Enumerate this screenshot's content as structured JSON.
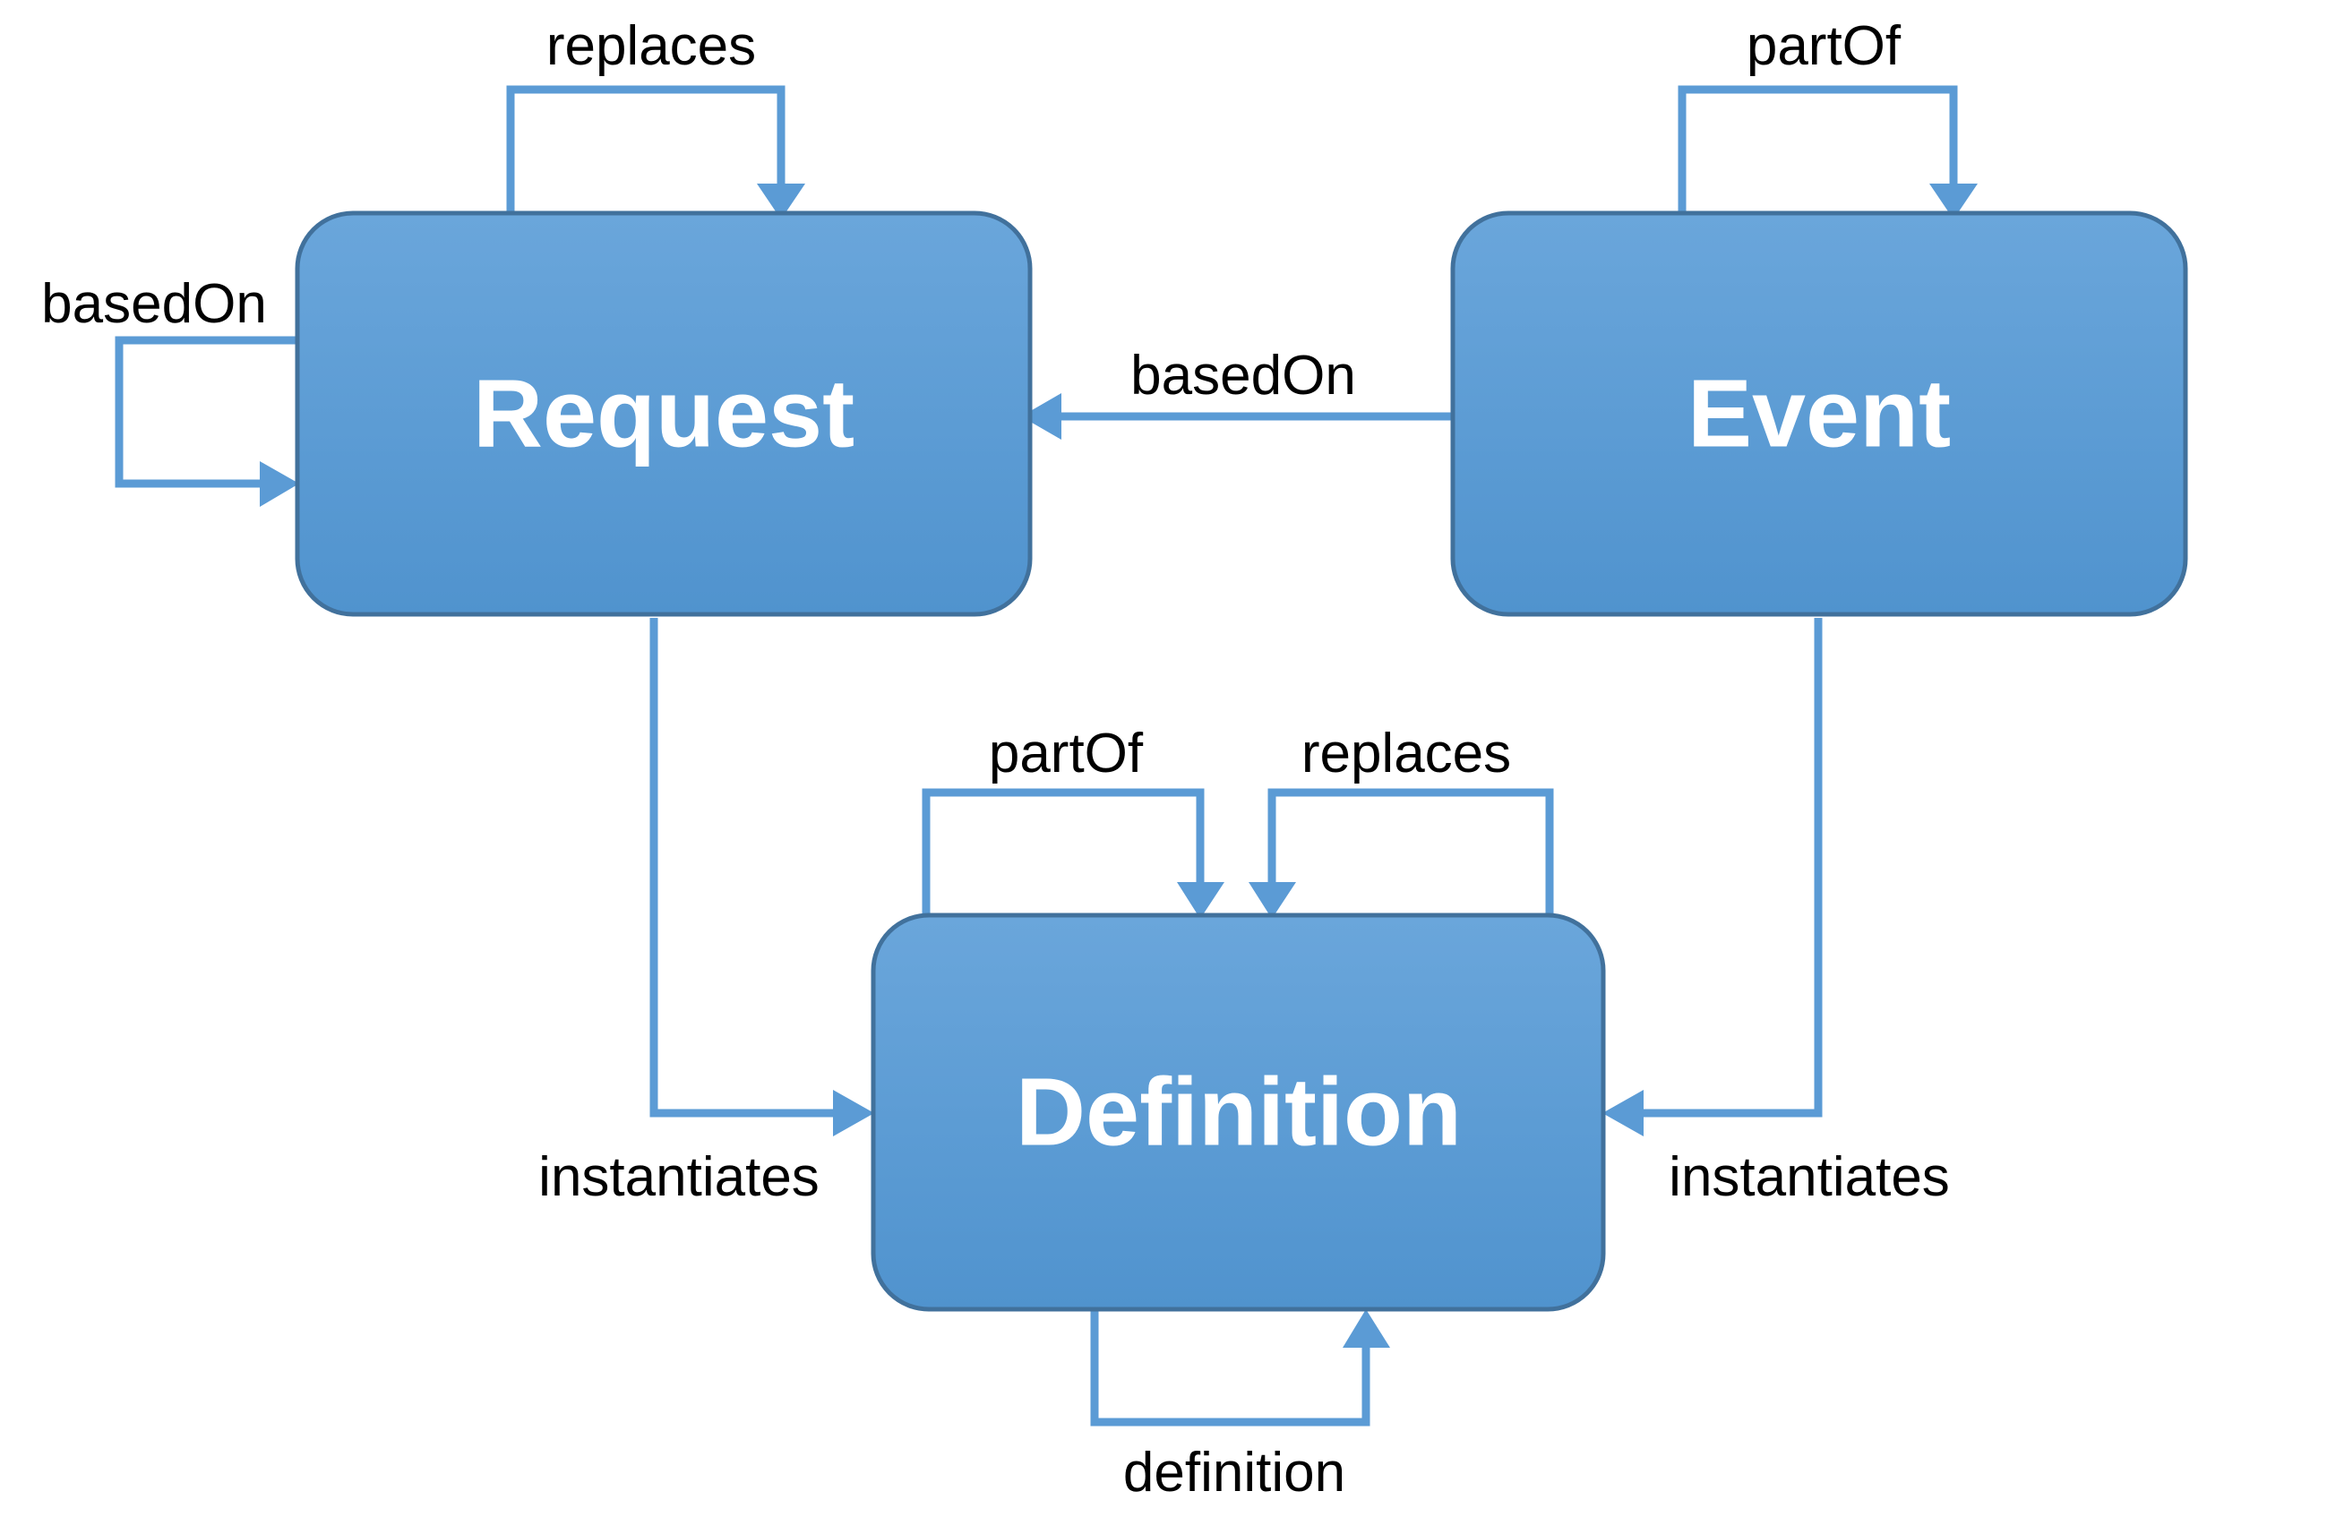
{
  "diagram": {
    "type": "entity-relationship-graph",
    "background_color": "#FFFFFF",
    "node_fill_color": "#5B9BD5",
    "node_stroke_color": "#41719C",
    "node_text_color": "#FFFFFF",
    "edge_color": "#5B9BD5",
    "edge_label_color": "#000000",
    "nodes": [
      {
        "id": "request",
        "label": "Request"
      },
      {
        "id": "event",
        "label": "Event"
      },
      {
        "id": "definition",
        "label": "Definition"
      }
    ],
    "edges": [
      {
        "id": "request-replaces-self",
        "label": "replaces",
        "from": "request",
        "to": "request",
        "kind": "self-loop-top"
      },
      {
        "id": "request-basedon-self",
        "label": "basedOn",
        "from": "request",
        "to": "request",
        "kind": "self-loop-left"
      },
      {
        "id": "event-partof-self",
        "label": "partOf",
        "from": "event",
        "to": "event",
        "kind": "self-loop-top"
      },
      {
        "id": "event-basedon-request",
        "label": "basedOn",
        "from": "event",
        "to": "request",
        "kind": "horizontal-left"
      },
      {
        "id": "definition-partof-self",
        "label": "partOf",
        "from": "definition",
        "to": "definition",
        "kind": "self-loop-top-left"
      },
      {
        "id": "definition-replaces-self",
        "label": "replaces",
        "from": "definition",
        "to": "definition",
        "kind": "self-loop-top-right"
      },
      {
        "id": "request-instantiates-definition",
        "label": "instantiates",
        "from": "request",
        "to": "definition",
        "kind": "elbow-down-right"
      },
      {
        "id": "event-instantiates-definition",
        "label": "instantiates",
        "from": "event",
        "to": "definition",
        "kind": "elbow-down-left"
      },
      {
        "id": "definition-definition-self",
        "label": "definition",
        "from": "definition",
        "to": "definition",
        "kind": "self-loop-bottom"
      }
    ]
  },
  "labels": {
    "request": "Request",
    "event": "Event",
    "definition": "Definition",
    "replaces_request": "replaces",
    "basedon_request_self": "basedOn",
    "partof_event": "partOf",
    "basedon_event_to_request": "basedOn",
    "partof_definition": "partOf",
    "replaces_definition": "replaces",
    "instantiates_left": "instantiates",
    "instantiates_right": "instantiates",
    "definition_self": "definition"
  }
}
